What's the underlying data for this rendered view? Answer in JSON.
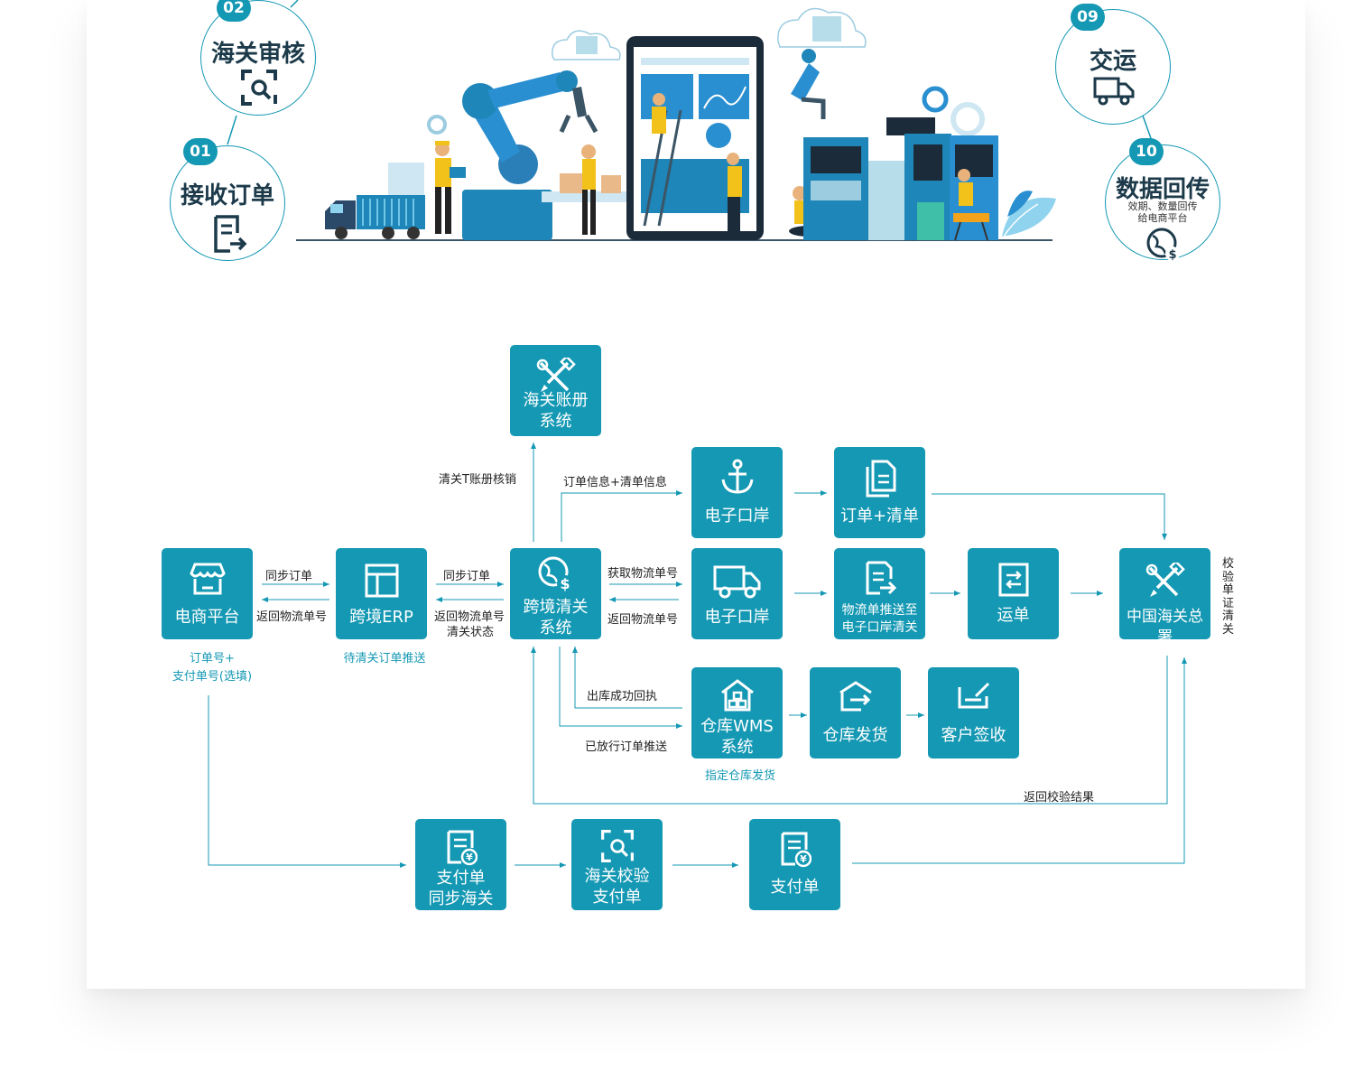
{
  "top": {
    "steps": [
      {
        "num": "02",
        "title": "海关审核",
        "icon": "search-frame-icon"
      },
      {
        "num": "01",
        "title": "接收订单",
        "icon": "document-arrow-icon"
      },
      {
        "num": "09",
        "title": "交运",
        "icon": "truck-icon"
      },
      {
        "num": "10",
        "title": "数据回传",
        "subtitle_line1": "效期、数量回传",
        "subtitle_line2": "给电商平台",
        "icon": "globe-dollar-icon"
      }
    ]
  },
  "boxes": {
    "ledger": {
      "line1": "海关账册",
      "line2": "系统",
      "icon": "tools-icon"
    },
    "ecommerce": {
      "line1": "电商平台",
      "icon": "store-icon"
    },
    "erp": {
      "line1": "跨境ERP",
      "icon": "layout-icon"
    },
    "clearance": {
      "line1": "跨境清关",
      "line2": "系统",
      "icon": "globe-dollar-icon"
    },
    "port1": {
      "line1": "电子口岸",
      "icon": "anchor-icon"
    },
    "order_list": {
      "line1": "订单+清单",
      "icon": "documents-icon"
    },
    "port2": {
      "line1": "电子口岸",
      "icon": "truck-icon"
    },
    "logistics_push": {
      "line1": "物流单推送至",
      "line2": "电子口岸清关",
      "icon": "document-arrow-icon"
    },
    "waybill": {
      "line1": "运单",
      "icon": "swap-icon"
    },
    "customs": {
      "line1": "中国海关总署",
      "icon": "tools-icon"
    },
    "wms": {
      "line1": "仓库WMS",
      "line2": "系统",
      "icon": "warehouse-icon"
    },
    "shipping": {
      "line1": "仓库发货",
      "icon": "box-arrow-icon"
    },
    "sign": {
      "line1": "客户签收",
      "icon": "signature-icon"
    },
    "pay_sync": {
      "line1": "支付单",
      "line2": "同步海关",
      "icon": "receipt-icon"
    },
    "pay_check": {
      "line1": "海关校验",
      "line2": "支付单",
      "icon": "search-frame-icon"
    },
    "pay": {
      "line1": "支付单",
      "icon": "receipt-icon"
    }
  },
  "labels": {
    "sync_order_1": "同步订单",
    "return_logistics_1": "返回物流单号",
    "sync_order_2": "同步订单",
    "return_logistics_2_l1": "返回物流单号",
    "return_logistics_2_l2": "清关状态",
    "ledger_writeoff": "清关T账册核销",
    "order_info": "订单信息+清单信息",
    "get_logistics": "获取物流单号",
    "return_logistics_3": "返回物流单号",
    "outbound_receipt": "出库成功回执",
    "released_push": "已放行订单推送",
    "return_check": "返回校验结果",
    "verify_clear": "校验单证清关"
  },
  "notes": {
    "ecommerce_l1": "订单号+",
    "ecommerce_l2": "支付单号(选填)",
    "erp": "待清关订单推送",
    "wms": "指定仓库发货"
  },
  "colors": {
    "accent": "#1498b3",
    "title_dark": "#1c3a4a"
  }
}
